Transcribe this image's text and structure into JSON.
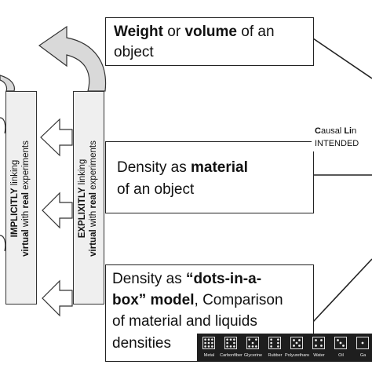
{
  "boxes": {
    "weight": {
      "part1": "Weight",
      "part2": " or ",
      "part3": "volume",
      "part4": " of an",
      "line2": "object"
    },
    "material": {
      "part1": "Density as ",
      "part2": "material",
      "line2": "of an object"
    },
    "dots": {
      "part1": "Density as ",
      "part2": "“dots-in-a-",
      "line2a": "box” model",
      "line2b": ", Comparison",
      "line3": "of material and  liquids",
      "line4": "densities"
    }
  },
  "vertical_panels": {
    "implicit": {
      "w1": "IMPLICITLY",
      "w2": " linking",
      "w3": "virtual",
      "w4": " with ",
      "w5": "real",
      "w6": " experiments"
    },
    "explicit": {
      "w1": "EXPLIXITLY",
      "w2": " linking",
      "w3": "virtual",
      "w4": " with ",
      "w5": "real",
      "w6": " experiments"
    }
  },
  "causal": {
    "c": "C",
    "rest": "ausal ",
    "li": "Li",
    "rest2": "n",
    "line2": "INTENDED"
  },
  "strip_labels": [
    "Metal",
    "Carbonfiber",
    "Glycerine",
    "Rubber",
    "Polyurethane",
    "Water",
    "Oil",
    "Ga"
  ],
  "colors": {
    "border": "#222222",
    "arrow_fill": "#d9d9d9",
    "panel_fill": "#efefef",
    "strip_bg": "#1e1e1e"
  }
}
